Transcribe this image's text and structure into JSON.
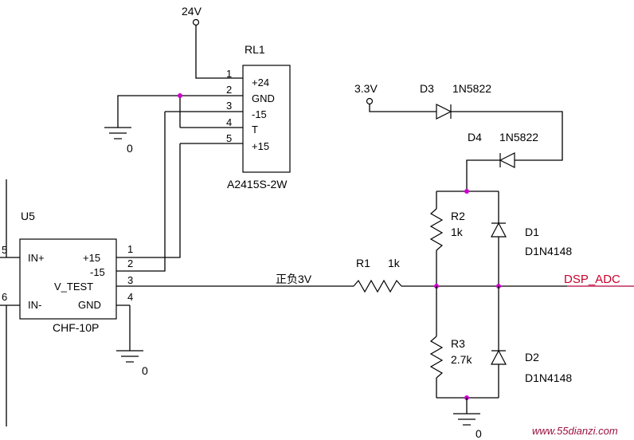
{
  "power": {
    "v24": "24V",
    "v33": "3.3V"
  },
  "grounds": {
    "gnd_relay": "0",
    "gnd_u5": "0",
    "gnd_r3": "0"
  },
  "rl1": {
    "ref": "RL1",
    "part": "A2415S-2W",
    "pins": [
      {
        "num": "1",
        "name": "+24"
      },
      {
        "num": "2",
        "name": "GND"
      },
      {
        "num": "3",
        "name": "-15"
      },
      {
        "num": "4",
        "name": "T"
      },
      {
        "num": "5",
        "name": "+15"
      }
    ]
  },
  "u5": {
    "ref": "U5",
    "part": "CHF-10P",
    "left_pins": [
      {
        "num": "5",
        "name": "IN+"
      },
      {
        "num": "6",
        "name": "IN-"
      }
    ],
    "right_pins": [
      {
        "num": "1",
        "name": "+15"
      },
      {
        "num": "2",
        "name": "-15"
      },
      {
        "num": "3",
        "name": "V_TEST"
      },
      {
        "num": "4",
        "name": "GND"
      }
    ]
  },
  "r1": {
    "ref": "R1",
    "value": "1k"
  },
  "r2": {
    "ref": "R2",
    "value": "1k"
  },
  "r3": {
    "ref": "R3",
    "value": "2.7k"
  },
  "d1": {
    "ref": "D1",
    "part": "D1N4148"
  },
  "d2": {
    "ref": "D2",
    "part": "D1N4148"
  },
  "d3": {
    "ref": "D3",
    "part": "1N5822"
  },
  "d4": {
    "ref": "D4",
    "part": "1N5822"
  },
  "nets": {
    "signal_label": "正负3V",
    "dsp_adc": "DSP_ADC"
  },
  "watermark": "www.55dianzi.com",
  "colors": {
    "wire": "#000000",
    "junction": "#cc00cc",
    "net_label": "#c8002d"
  }
}
